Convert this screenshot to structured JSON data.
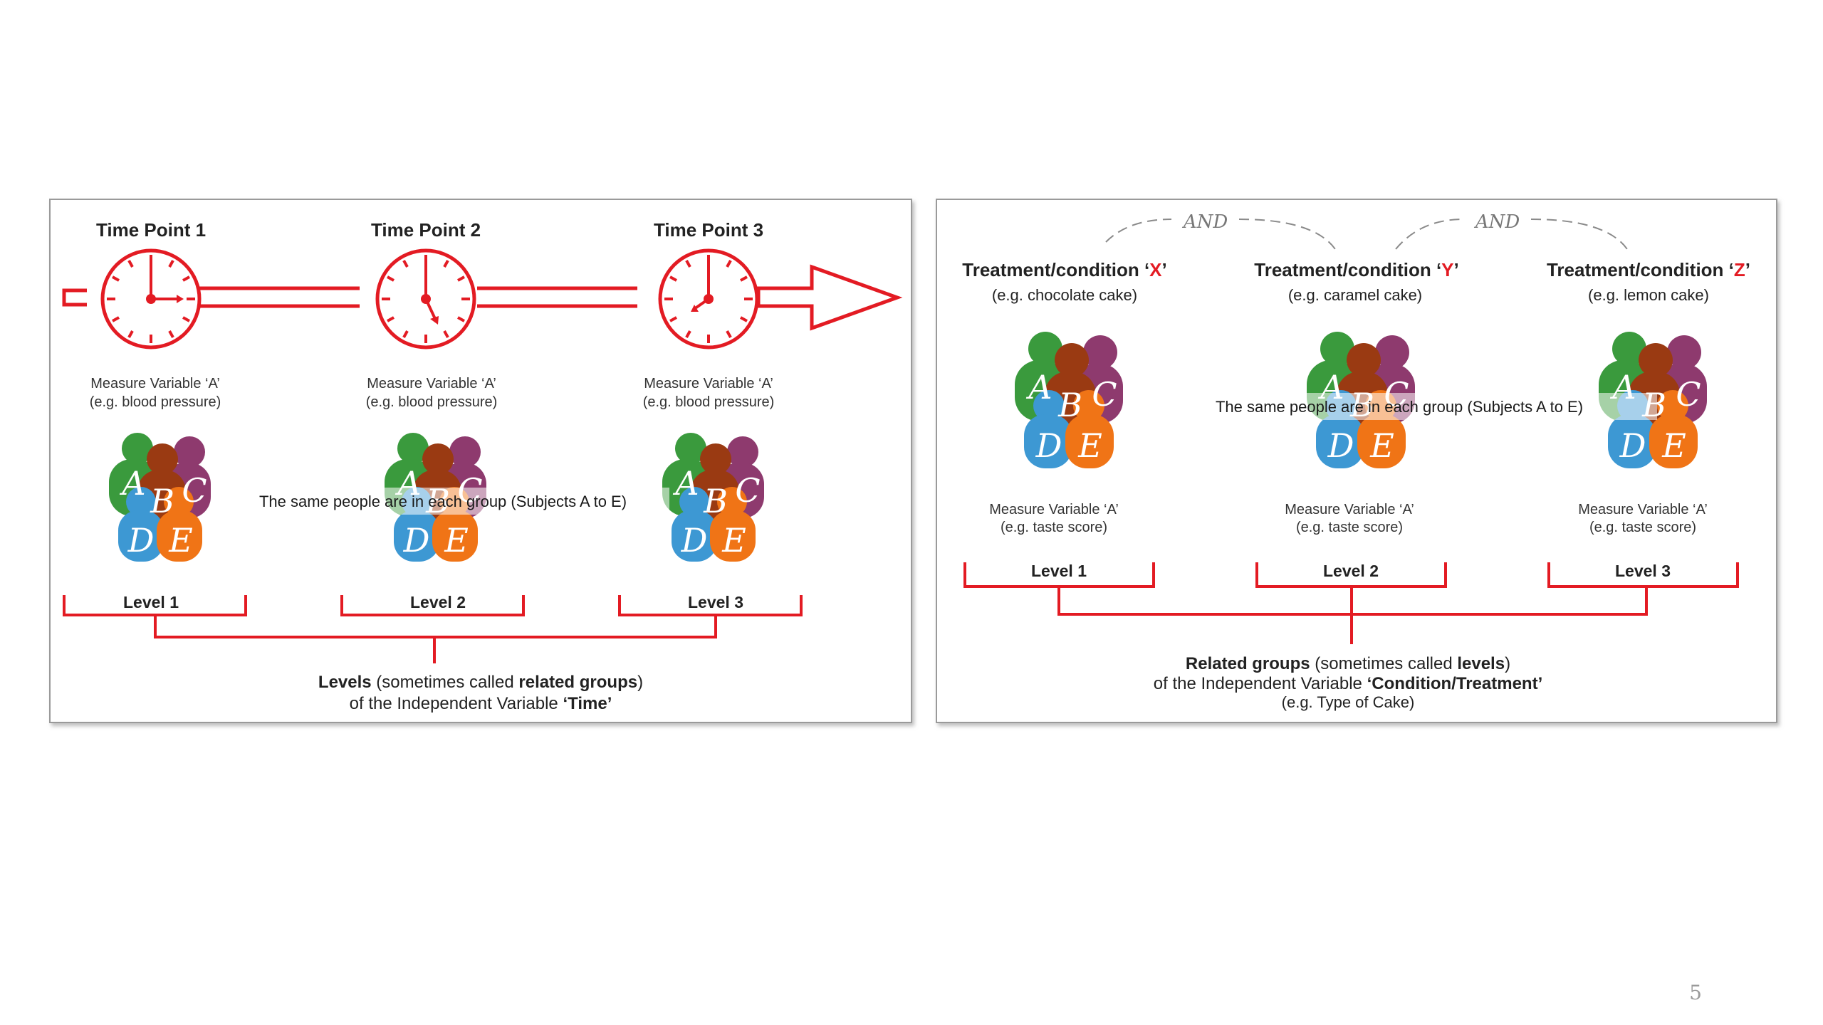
{
  "colors": {
    "accent_red": "#e31b23",
    "person_a": "#3a9a3d",
    "person_b": "#9a3a12",
    "person_c": "#8e3a6e",
    "person_d": "#3d98d3",
    "person_e": "#f07416"
  },
  "left_panel": {
    "time_points": [
      {
        "label": "Time Point 1",
        "measure": "Measure Variable ‘A’",
        "example": "(e.g. blood pressure)",
        "level": "Level 1"
      },
      {
        "label": "Time Point 2",
        "measure": "Measure Variable ‘A’",
        "example": "(e.g. blood pressure)",
        "level": "Level 2"
      },
      {
        "label": "Time Point 3",
        "measure": "Measure Variable ‘A’",
        "example": "(e.g. blood pressure)",
        "level": "Level 3"
      }
    ],
    "subjects": [
      "A",
      "B",
      "C",
      "D",
      "E"
    ],
    "overlay": "The same people are in each group (Subjects A to E)",
    "caption": {
      "l1_bold_1": "Levels",
      "l1_normal": " (sometimes called ",
      "l1_bold_2": "related groups",
      "l1_end": ")",
      "l2_normal": "of the Independent Variable ",
      "l2_bold": "‘Time’"
    }
  },
  "right_panel": {
    "and_label": "AND",
    "treatments": [
      {
        "prefix": "Treatment/condition ",
        "quote_open": "‘",
        "letter": "X",
        "quote_close": "’",
        "example": "(e.g. chocolate cake)",
        "measure": "Measure Variable ‘A’",
        "measure_example": "(e.g. taste score)",
        "level": "Level 1"
      },
      {
        "prefix": "Treatment/condition ",
        "quote_open": "‘",
        "letter": "Y",
        "quote_close": "’",
        "example": "(e.g. caramel cake)",
        "measure": "Measure Variable ‘A’",
        "measure_example": "(e.g. taste score)",
        "level": "Level 2"
      },
      {
        "prefix": "Treatment/condition ",
        "quote_open": "‘",
        "letter": "Z",
        "quote_close": "’",
        "example": "(e.g. lemon cake)",
        "measure": "Measure Variable ‘A’",
        "measure_example": "(e.g. taste score)",
        "level": "Level 3"
      }
    ],
    "subjects": [
      "A",
      "B",
      "C",
      "D",
      "E"
    ],
    "overlay": "The same people are in each group (Subjects A to E)",
    "caption": {
      "l1_bold_1": "Related groups",
      "l1_normal": " (sometimes called ",
      "l1_bold_2": "levels",
      "l1_end": ")",
      "l2_normal": "of the Independent Variable ",
      "l2_bold": "‘Condition/Treatment’",
      "l3": "(e.g. Type of Cake)"
    }
  },
  "page_number": "5"
}
